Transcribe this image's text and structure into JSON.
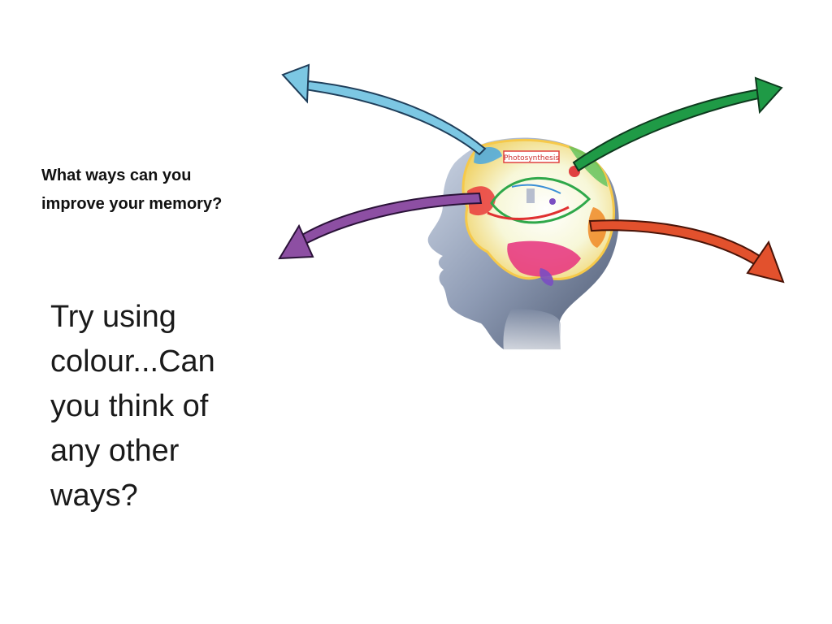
{
  "slide": {
    "question_lines": [
      "What ways can you",
      "improve your memory?"
    ],
    "body_lines": [
      "Try using",
      "colour...Can",
      "you think of",
      "any other",
      "ways?"
    ]
  },
  "figure": {
    "diagram_title": "Photosynthesis",
    "arrows": [
      {
        "name": "blue-arrow",
        "color": "#7cc7e3"
      },
      {
        "name": "green-arrow",
        "color": "#1f9a46"
      },
      {
        "name": "purple-arrow",
        "color": "#8d4fa3"
      },
      {
        "name": "orange-arrow",
        "color": "#e2512d"
      }
    ],
    "brain_colors": [
      "#e93b3b",
      "#f08a24",
      "#f6e43a",
      "#5cc25a",
      "#4aa8e0",
      "#7a4ec2",
      "#e6307d"
    ]
  }
}
